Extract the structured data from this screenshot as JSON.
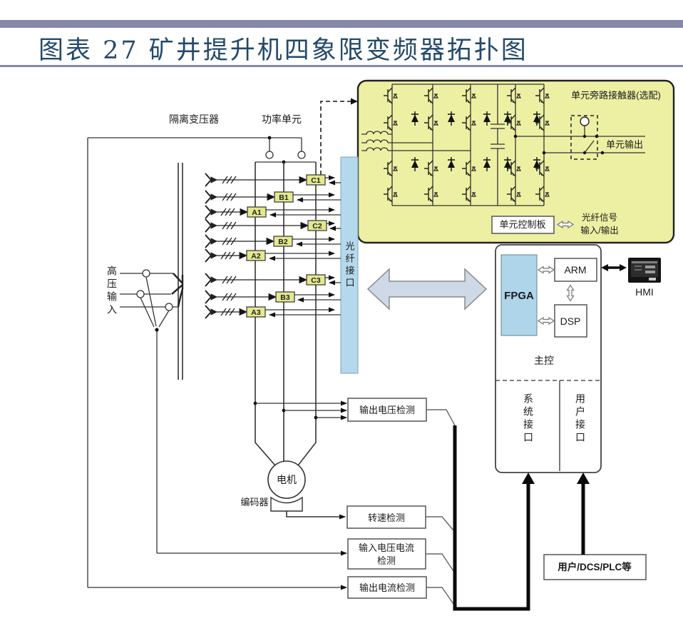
{
  "header": {
    "title": "图表 27 矿井提升机四象限变频器拓扑图"
  },
  "colors": {
    "accent_bar": "#8688a8",
    "title_text": "#24496b",
    "panel_yellow": "#edf0a3",
    "cell_yellow": "#e3e88e",
    "light_blue": "#b5d9ec",
    "fpga_blue": "#aed5ea",
    "arrow_gray": "#cdd9e6",
    "hmi_black": "#141414"
  },
  "diagram": {
    "transformer_label": "隔离变压器",
    "power_unit_label": "功率单元",
    "hv_input": "高压输入",
    "fiber_interface": "光纤接口",
    "cells": [
      "C1",
      "B1",
      "A1",
      "C2",
      "B2",
      "A2",
      "C3",
      "B3",
      "A3"
    ],
    "power_cell": {
      "bypass": "单元旁路接触器(选配)",
      "output": "单元输出",
      "control_board": "单元控制板",
      "fiber1": "光纤信号",
      "fiber2": "输入/输出"
    },
    "main_control": {
      "fpga": "FPGA",
      "arm": "ARM",
      "dsp": "DSP",
      "label": "主控",
      "sys_if": "系统接口",
      "user_if": "用户接口"
    },
    "hmi": "HMI",
    "motor": "电机",
    "encoder": "编码器",
    "detect": {
      "output_voltage": "输出电压检测",
      "speed": "转速检测",
      "input_vc1": "输入电压电流",
      "input_vc2": "检测",
      "output_current": "输出电流检测"
    },
    "external": "用户/DCS/PLC等"
  }
}
